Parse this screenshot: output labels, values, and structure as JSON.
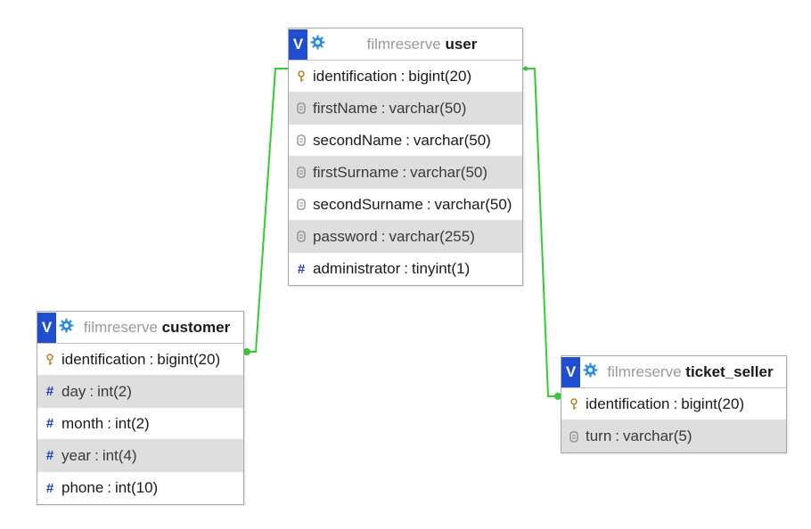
{
  "tables": {
    "user": {
      "db": "filmreserve",
      "name": "user",
      "columns": [
        {
          "name": "identification",
          "type": "bigint(20)",
          "icon": "primary-key-icon"
        },
        {
          "name": "firstName",
          "type": "varchar(50)",
          "icon": "text-field-icon"
        },
        {
          "name": "secondName",
          "type": "varchar(50)",
          "icon": "text-field-icon"
        },
        {
          "name": "firstSurname",
          "type": "varchar(50)",
          "icon": "text-field-icon"
        },
        {
          "name": "secondSurname",
          "type": "varchar(50)",
          "icon": "text-field-icon"
        },
        {
          "name": "password",
          "type": "varchar(255)",
          "icon": "text-field-icon"
        },
        {
          "name": "administrator",
          "type": "tinyint(1)",
          "icon": "numeric-field-icon"
        }
      ]
    },
    "customer": {
      "db": "filmreserve",
      "name": "customer",
      "columns": [
        {
          "name": "identification",
          "type": "bigint(20)",
          "icon": "primary-key-icon"
        },
        {
          "name": "day",
          "type": "int(2)",
          "icon": "numeric-field-icon"
        },
        {
          "name": "month",
          "type": "int(2)",
          "icon": "numeric-field-icon"
        },
        {
          "name": "year",
          "type": "int(4)",
          "icon": "numeric-field-icon"
        },
        {
          "name": "phone",
          "type": "int(10)",
          "icon": "numeric-field-icon"
        }
      ]
    },
    "ticket_seller": {
      "db": "filmreserve",
      "name": "ticket_seller",
      "columns": [
        {
          "name": "identification",
          "type": "bigint(20)",
          "icon": "primary-key-icon"
        },
        {
          "name": "turn",
          "type": "varchar(5)",
          "icon": "text-field-icon"
        }
      ]
    }
  },
  "separator": ":",
  "toggle_label": "V",
  "colors": {
    "relation_line": "#33cc33",
    "toggle": "#1f4fd0",
    "row_shade": "#dedede",
    "db_name": "#9a9a9a"
  }
}
